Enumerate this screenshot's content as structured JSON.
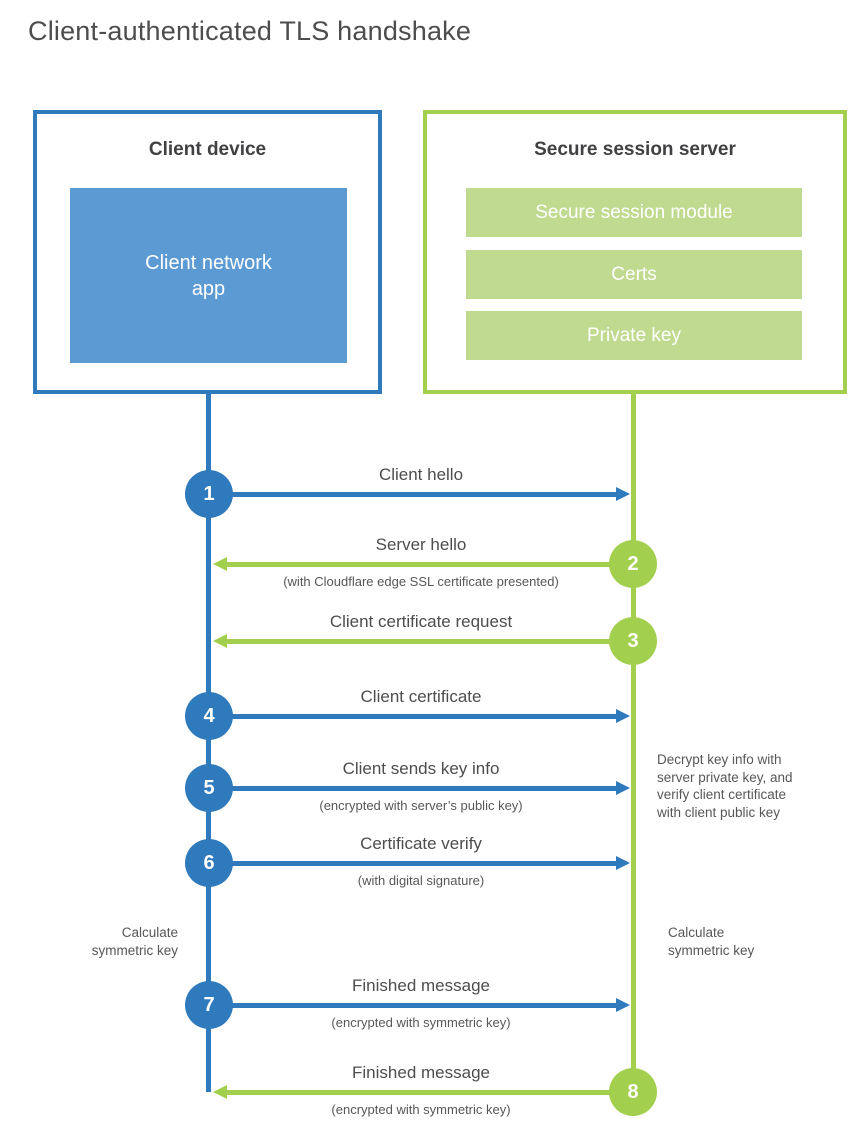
{
  "title": "Client-authenticated TLS handshake",
  "colors": {
    "blue": "#2e7abd",
    "blue_fill": "#5b9ad3",
    "green": "#a2cf4d",
    "green_fill": "#c0db90"
  },
  "client": {
    "title": "Client device",
    "app_label": "Client network\napp"
  },
  "server": {
    "title": "Secure session server",
    "modules": [
      "Secure session module",
      "Certs",
      "Private key"
    ]
  },
  "steps": [
    {
      "number": "1",
      "from": "client",
      "to": "server",
      "label": "Client hello",
      "sublabel": ""
    },
    {
      "number": "2",
      "from": "server",
      "to": "client",
      "label": "Server hello",
      "sublabel": "(with Cloudflare edge SSL certificate presented)"
    },
    {
      "number": "3",
      "from": "server",
      "to": "client",
      "label": "Client certificate request",
      "sublabel": ""
    },
    {
      "number": "4",
      "from": "client",
      "to": "server",
      "label": "Client certificate",
      "sublabel": ""
    },
    {
      "number": "5",
      "from": "client",
      "to": "server",
      "label": "Client sends key info",
      "sublabel": "(encrypted with server’s public key)"
    },
    {
      "number": "6",
      "from": "client",
      "to": "server",
      "label": "Certificate verify",
      "sublabel": "(with digital signature)"
    },
    {
      "number": "7",
      "from": "client",
      "to": "server",
      "label": "Finished message",
      "sublabel": "(encrypted with symmetric key)"
    },
    {
      "number": "8",
      "from": "server",
      "to": "client",
      "label": "Finished message",
      "sublabel": "(encrypted with symmetric key)"
    }
  ],
  "notes": {
    "decrypt": "Decrypt key info with\nserver private key, and\nverify client certificate\nwith client public key",
    "calc_left": "Calculate\nsymmetric key",
    "calc_right": "Calculate\nsymmetric key"
  }
}
